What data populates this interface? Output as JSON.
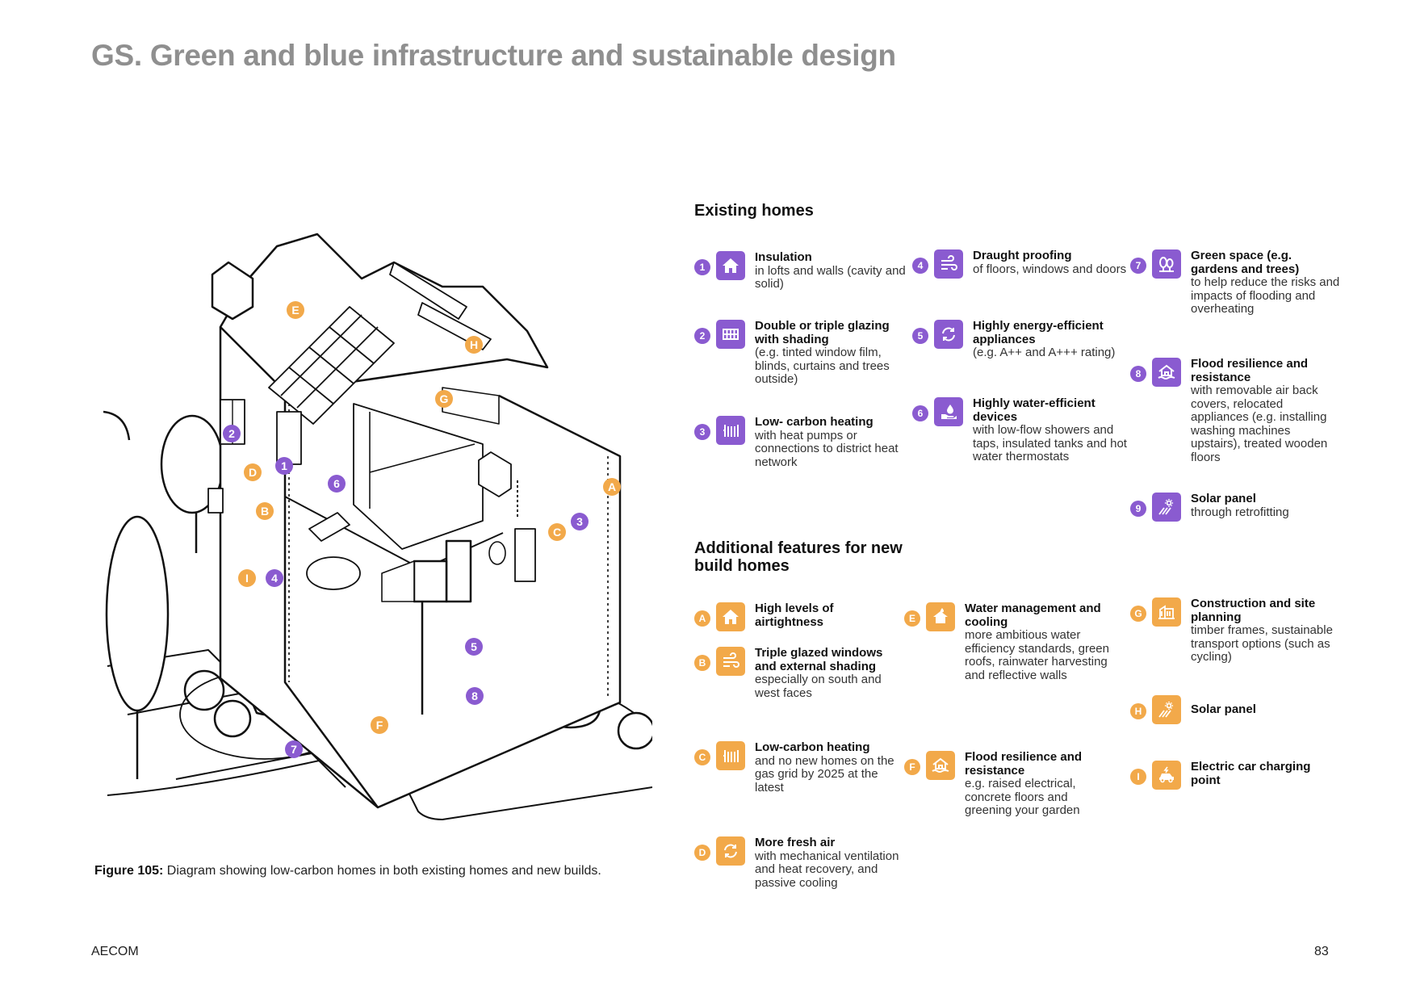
{
  "page": {
    "title": "GS. Green and blue infrastructure and sustainable design",
    "footer_brand": "AECOM",
    "page_number": "83"
  },
  "figure": {
    "caption_label": "Figure 105:",
    "caption_text": " Diagram showing low-carbon homes in both existing homes and new builds.",
    "markers": [
      "1",
      "2",
      "3",
      "4",
      "5",
      "6",
      "7",
      "8",
      "A",
      "B",
      "C",
      "D",
      "E",
      "F",
      "G",
      "H",
      "I"
    ]
  },
  "colors": {
    "purple": "#8a5bd0",
    "orange": "#f2a94a",
    "title_grey": "#8f8f8f"
  },
  "existing_homes": {
    "heading": "Existing homes",
    "items": [
      {
        "num": "1",
        "title": "Insulation",
        "desc": "in lofts and walls (cavity and solid)",
        "icon": "house-icon"
      },
      {
        "num": "2",
        "title": "Double or triple glazing with shading",
        "desc": "(e.g. tinted window film, blinds, curtains and trees outside)",
        "icon": "window-grid-icon"
      },
      {
        "num": "3",
        "title": "Low- carbon heating",
        "desc": "with heat pumps or connections to district heat network",
        "icon": "radiator-icon"
      },
      {
        "num": "4",
        "title": "Draught proofing",
        "desc": "of floors, windows and doors",
        "icon": "wind-icon"
      },
      {
        "num": "5",
        "title": "Highly energy-efficient appliances",
        "desc": "(e.g. A++ and A+++ rating)",
        "icon": "recycle-arrows-icon"
      },
      {
        "num": "6",
        "title": "Highly water-efficient devices",
        "desc": "with low-flow showers and taps, insulated tanks and hot water thermostats",
        "icon": "water-hand-icon"
      },
      {
        "num": "7",
        "title": "Green space (e.g. gardens and trees)",
        "desc": "to help reduce the risks and impacts of flooding and overheating",
        "icon": "trees-icon"
      },
      {
        "num": "8",
        "title": "Flood resilience and resistance",
        "desc": "with removable air back covers, relocated appliances (e.g. installing washing machines upstairs), treated wooden floors",
        "icon": "flood-house-icon"
      },
      {
        "num": "9",
        "title": "Solar panel",
        "desc": "through retrofitting",
        "icon": "solar-panel-icon"
      }
    ]
  },
  "new_build": {
    "heading": "Additional features for new build homes",
    "items": [
      {
        "num": "A",
        "title": "High levels of airtightness",
        "desc": "",
        "icon": "house-icon"
      },
      {
        "num": "B",
        "title": "Triple glazed windows and external shading",
        "desc": "especially on south and west faces",
        "icon": "wind-icon"
      },
      {
        "num": "C",
        "title": "Low-carbon heating",
        "desc": "and no new homes on the gas grid by 2025 at the latest",
        "icon": "radiator-icon"
      },
      {
        "num": "D",
        "title": "More fresh air",
        "desc": "with mechanical ventilation and heat recovery, and passive cooling",
        "icon": "recycle-arrows-icon"
      },
      {
        "num": "E",
        "title": "Water management and cooling",
        "desc": "more ambitious water efficiency standards, green roofs, rainwater harvesting and reflective walls",
        "icon": "water-house-icon"
      },
      {
        "num": "F",
        "title": "Flood resilience and resistance",
        "desc": "e.g. raised electrical, concrete floors and greening your garden",
        "icon": "flood-house-icon"
      },
      {
        "num": "G",
        "title": "Construction and site planning",
        "desc": "timber frames, sustainable transport options (such as cycling)",
        "icon": "building-icon"
      },
      {
        "num": "H",
        "title": "Solar panel",
        "desc": "",
        "icon": "solar-panel-icon"
      },
      {
        "num": "I",
        "title": "Electric car charging point",
        "desc": "",
        "icon": "electric-car-icon"
      }
    ]
  }
}
